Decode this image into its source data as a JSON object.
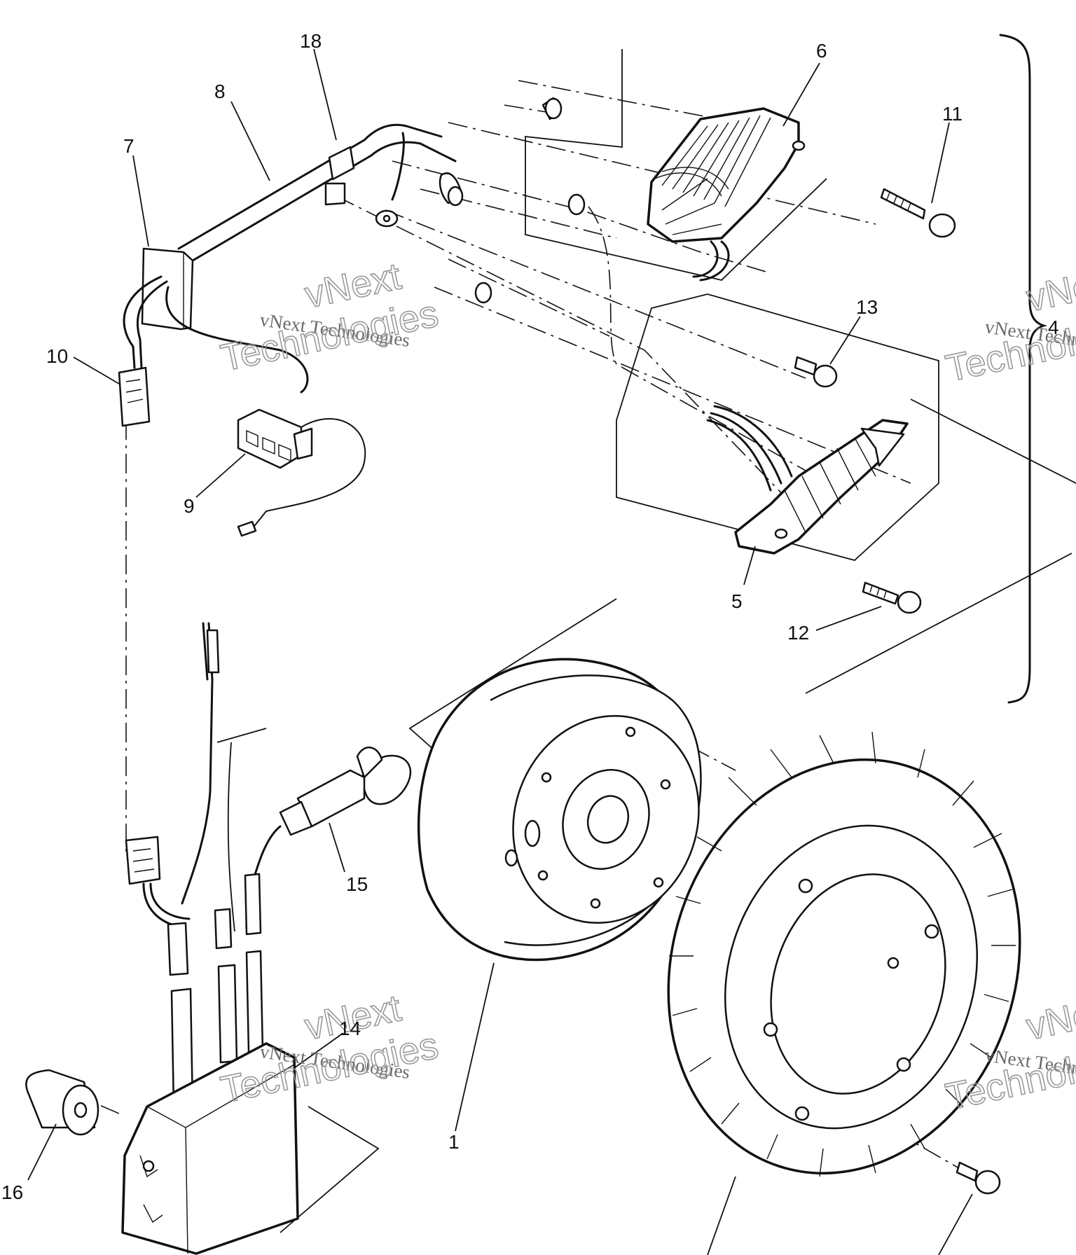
{
  "callouts": [
    {
      "id": "1",
      "text": "1"
    },
    {
      "id": "4",
      "text": "4"
    },
    {
      "id": "5",
      "text": "5"
    },
    {
      "id": "6",
      "text": "6"
    },
    {
      "id": "7",
      "text": "7"
    },
    {
      "id": "8",
      "text": "8"
    },
    {
      "id": "9",
      "text": "9"
    },
    {
      "id": "10",
      "text": "10"
    },
    {
      "id": "11",
      "text": "11"
    },
    {
      "id": "12",
      "text": "12"
    },
    {
      "id": "13",
      "text": "13"
    },
    {
      "id": "14",
      "text": "14"
    },
    {
      "id": "15",
      "text": "15"
    },
    {
      "id": "16",
      "text": "16"
    },
    {
      "id": "18",
      "text": "18"
    }
  ],
  "watermark": {
    "line1": "vNext Technologies",
    "line2_a": "vNext",
    "line2_b": "Technologies"
  }
}
